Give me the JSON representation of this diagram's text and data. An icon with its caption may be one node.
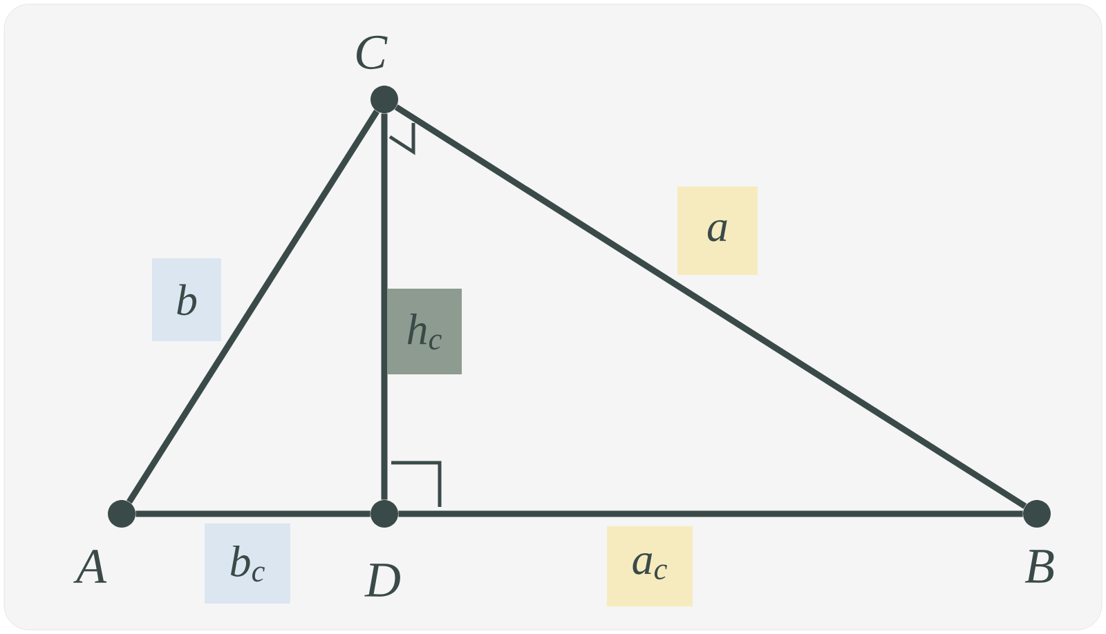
{
  "diagram": {
    "nodes": [
      {
        "text": [],
        "shape": "circle",
        "beside": [
          "C"
        ]
      },
      {
        "text": [],
        "shape": "circle",
        "beside": [
          "A"
        ]
      },
      {
        "text": [],
        "shape": "circle",
        "beside": [
          "D"
        ]
      },
      {
        "text": [],
        "shape": "circle",
        "beside": [
          "B"
        ]
      }
    ],
    "edges": [
      {
        "from": 1,
        "to": 0,
        "arrow": "none",
        "label": "b"
      },
      {
        "from": 0,
        "to": 3,
        "arrow": "none",
        "label": "a"
      },
      {
        "from": 0,
        "to": 2,
        "arrow": "none",
        "label": "h$_{c}$"
      },
      {
        "from": 1,
        "to": 2,
        "arrow": "none",
        "label": "b$_{c}$"
      },
      {
        "from": 2,
        "to": 3,
        "arrow": "none",
        "label": "a$_{c}$"
      }
    ]
  }
}
